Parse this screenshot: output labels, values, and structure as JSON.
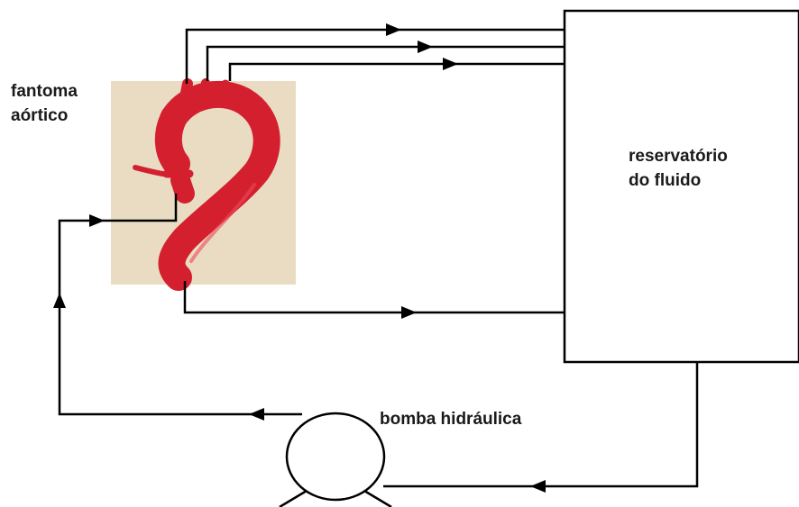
{
  "labels": {
    "phantom_line1": "fantoma",
    "phantom_line2": "aórtico",
    "reservoir_line1": "reservatório",
    "reservoir_line2": "do fluido",
    "pump": "bomba hidráulica"
  },
  "colors": {
    "line": "#000000",
    "photo_background": "#e9dcc2",
    "aorta": "#d41f2e",
    "aorta_highlight": "#ec4a58"
  },
  "icons": {
    "arrow": "filled-triangle-arrowhead",
    "pump": "circle-with-stand"
  }
}
